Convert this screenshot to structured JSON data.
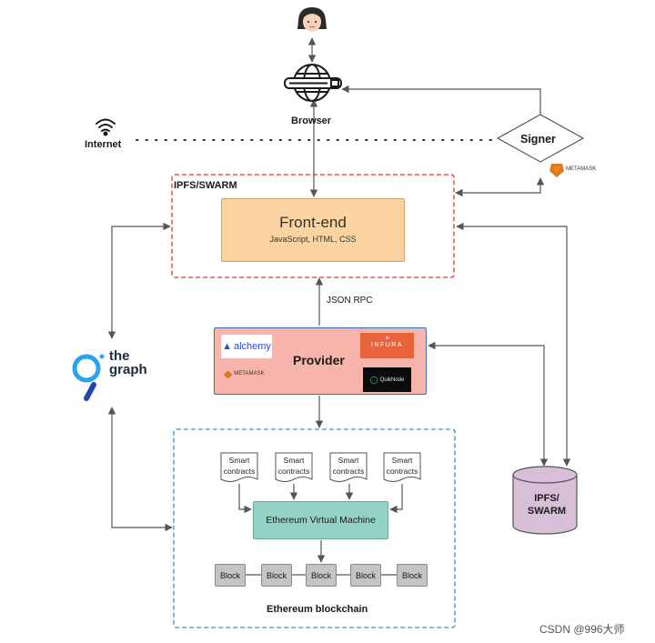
{
  "browser": {
    "label": "Browser"
  },
  "internet": {
    "label": "Internet"
  },
  "signer": {
    "label": "Signer",
    "wallet": "METAMASK"
  },
  "ipfs_swarm_container": {
    "label": "IPFS/SWARM"
  },
  "frontend": {
    "title": "Front-end",
    "subtitle": "JavaScript, HTML, CSS"
  },
  "json_rpc": {
    "label": "JSON RPC"
  },
  "provider": {
    "title": "Provider",
    "alchemy": "alchemy",
    "metamask": "METAMASK",
    "infura": "INFURA",
    "quicknode": "QuikNode"
  },
  "the_graph": {
    "line1": "the",
    "line2": "graph"
  },
  "smart_contracts": [
    {
      "line1": "Smart",
      "line2": "contracts"
    },
    {
      "line1": "Smart",
      "line2": "contracts"
    },
    {
      "line1": "Smart",
      "line2": "contracts"
    },
    {
      "line1": "Smart",
      "line2": "contracts"
    }
  ],
  "evm": {
    "label": "Ethereum Virtual Machine"
  },
  "blocks": [
    "Block",
    "Block",
    "Block",
    "Block",
    "Block"
  ],
  "ethereum_blockchain": {
    "label": "Ethereum blockchain"
  },
  "ipfs_db": {
    "line1": "IPFS/",
    "line2": "SWARM"
  },
  "watermark": {
    "text": "CSDN @996大师"
  },
  "colors": {
    "frontend_fill": "#fbd4a2",
    "provider_fill": "#f7b4aa",
    "evm_fill": "#93d2c5",
    "block_fill": "#c4c4c4",
    "db_fill": "#d8bfd8",
    "red_dashed": "#d9383a",
    "blue_dashed": "#3a8fc4"
  }
}
